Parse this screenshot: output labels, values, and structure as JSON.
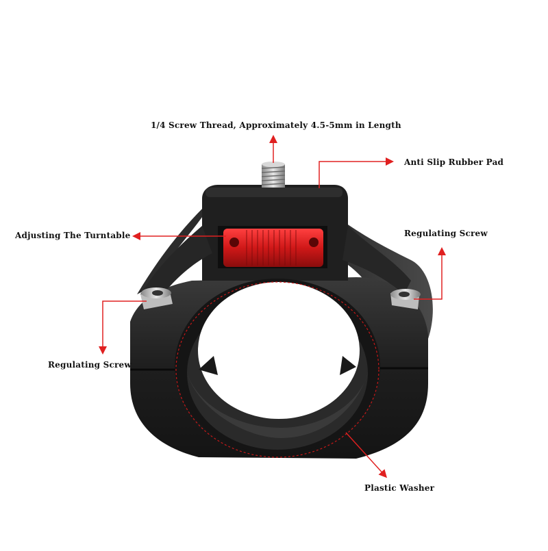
{
  "labels": {
    "screw_thread": "1/4 Screw Thread, Approximately 4.5-5mm in Length",
    "anti_slip_pad": "Anti Slip Rubber Pad",
    "adjusting_turntable": "Adjusting The Turntable",
    "regulating_screw_right": "Regulating Screw",
    "regulating_screw_left": "Regulating Screw",
    "plastic_washer": "Plastic Washer"
  },
  "colors": {
    "background": "#ffffff",
    "body_black": "#1c1c1c",
    "turntable_red": "#d81a1a",
    "callout_red": "#e02020",
    "screw_silver": "#c8c8c8"
  }
}
